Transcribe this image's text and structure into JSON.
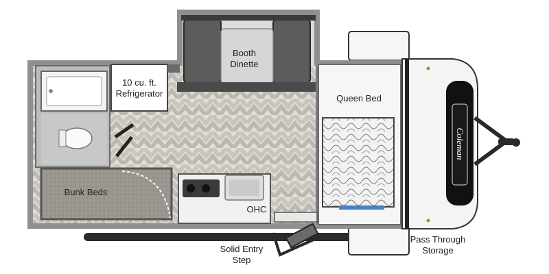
{
  "floorplan": {
    "labels": {
      "booth_dinette": [
        "Booth",
        "Dinette"
      ],
      "refrigerator": [
        "10 cu. ft.",
        "Refrigerator"
      ],
      "queen_bed": "Queen Bed",
      "bunk_beds": "Bunk Beds",
      "ohc": "OHC",
      "solid_entry_step": [
        "Solid Entry",
        "Step"
      ],
      "pass_through_storage": [
        "Pass Through",
        "Storage"
      ]
    },
    "logo_text": "Coleman",
    "colors": {
      "wall": "#8a8a8a",
      "wall_dark": "#5a5a5a",
      "floor": "#d9d6d0",
      "front_cap": "#f4f4f4",
      "trim": "#2a2a2a",
      "step_blue": "#4a7fc8"
    }
  }
}
